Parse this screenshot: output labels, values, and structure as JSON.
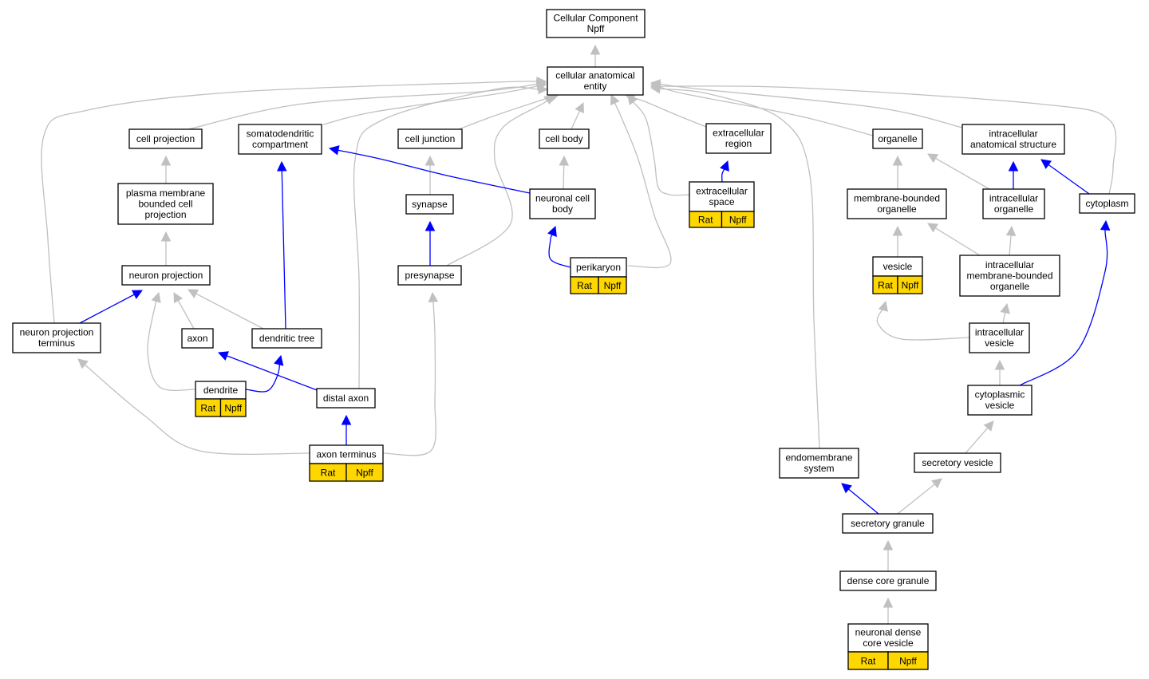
{
  "colors": {
    "is_a": "#c0c0c0",
    "part_of": "#0000ff",
    "annotation_fill": "#ffd700"
  },
  "nodes": [
    {
      "id": "root",
      "lines": [
        "Cellular Component",
        "Npff"
      ]
    },
    {
      "id": "cae",
      "lines": [
        "cellular anatomical",
        "entity"
      ]
    },
    {
      "id": "cellproj",
      "lines": [
        "cell projection"
      ]
    },
    {
      "id": "somato",
      "lines": [
        "somatodendritic",
        "compartment"
      ]
    },
    {
      "id": "celljunc",
      "lines": [
        "cell junction"
      ]
    },
    {
      "id": "cellbody",
      "lines": [
        "cell body"
      ]
    },
    {
      "id": "extreg",
      "lines": [
        "extracellular",
        "region"
      ]
    },
    {
      "id": "organelle",
      "lines": [
        "organelle"
      ]
    },
    {
      "id": "ias",
      "lines": [
        "intracellular",
        "anatomical structure"
      ]
    },
    {
      "id": "pmbcp",
      "lines": [
        "plasma membrane",
        "bounded cell",
        "projection"
      ]
    },
    {
      "id": "synapse",
      "lines": [
        "synapse"
      ]
    },
    {
      "id": "ncb",
      "lines": [
        "neuronal cell",
        "body"
      ]
    },
    {
      "id": "extspace",
      "lines": [
        "extracellular",
        "space"
      ],
      "tags": [
        "Rat",
        "Npff"
      ]
    },
    {
      "id": "mbo",
      "lines": [
        "membrane-bounded",
        "organelle"
      ]
    },
    {
      "id": "intorg",
      "lines": [
        "intracellular",
        "organelle"
      ]
    },
    {
      "id": "cytoplasm",
      "lines": [
        "cytoplasm"
      ]
    },
    {
      "id": "neuronproj",
      "lines": [
        "neuron projection"
      ]
    },
    {
      "id": "presyn",
      "lines": [
        "presynapse"
      ]
    },
    {
      "id": "perikaryon",
      "lines": [
        "perikaryon"
      ],
      "tags": [
        "Rat",
        "Npff"
      ]
    },
    {
      "id": "vesicle",
      "lines": [
        "vesicle"
      ],
      "tags": [
        "Rat",
        "Npff"
      ]
    },
    {
      "id": "imbo",
      "lines": [
        "intracellular",
        "membrane-bounded",
        "organelle"
      ]
    },
    {
      "id": "npt",
      "lines": [
        "neuron projection",
        "terminus"
      ]
    },
    {
      "id": "axon",
      "lines": [
        "axon"
      ]
    },
    {
      "id": "dentree",
      "lines": [
        "dendritic tree"
      ]
    },
    {
      "id": "intves",
      "lines": [
        "intracellular",
        "vesicle"
      ]
    },
    {
      "id": "dendrite",
      "lines": [
        "dendrite"
      ],
      "tags": [
        "Rat",
        "Npff"
      ]
    },
    {
      "id": "distaxon",
      "lines": [
        "distal axon"
      ]
    },
    {
      "id": "cytves",
      "lines": [
        "cytoplasmic",
        "vesicle"
      ]
    },
    {
      "id": "axonterm",
      "lines": [
        "axon terminus"
      ],
      "tags": [
        "Rat",
        "Npff"
      ]
    },
    {
      "id": "endomem",
      "lines": [
        "endomembrane",
        "system"
      ]
    },
    {
      "id": "secves",
      "lines": [
        "secretory vesicle"
      ]
    },
    {
      "id": "secgran",
      "lines": [
        "secretory granule"
      ]
    },
    {
      "id": "dcg",
      "lines": [
        "dense core granule"
      ]
    },
    {
      "id": "ndcv",
      "lines": [
        "neuronal dense",
        "core vesicle"
      ],
      "tags": [
        "Rat",
        "Npff"
      ]
    }
  ],
  "edges": [
    {
      "from": "cae",
      "to": "root",
      "type": "is_a"
    },
    {
      "from": "cellproj",
      "to": "cae",
      "type": "is_a"
    },
    {
      "from": "somato",
      "to": "cae",
      "type": "is_a"
    },
    {
      "from": "celljunc",
      "to": "cae",
      "type": "is_a"
    },
    {
      "from": "cellbody",
      "to": "cae",
      "type": "is_a"
    },
    {
      "from": "extreg",
      "to": "cae",
      "type": "is_a"
    },
    {
      "from": "organelle",
      "to": "cae",
      "type": "is_a"
    },
    {
      "from": "ias",
      "to": "cae",
      "type": "is_a"
    },
    {
      "from": "npt",
      "to": "cae",
      "type": "is_a"
    },
    {
      "from": "distaxon",
      "to": "cae",
      "type": "is_a"
    },
    {
      "from": "presyn",
      "to": "cae",
      "type": "is_a"
    },
    {
      "from": "perikaryon",
      "to": "cae",
      "type": "is_a"
    },
    {
      "from": "extspace",
      "to": "cae",
      "type": "is_a"
    },
    {
      "from": "endomem",
      "to": "cae",
      "type": "is_a"
    },
    {
      "from": "cytoplasm",
      "to": "cae",
      "type": "is_a"
    },
    {
      "from": "pmbcp",
      "to": "cellproj",
      "type": "is_a"
    },
    {
      "from": "neuronproj",
      "to": "pmbcp",
      "type": "is_a"
    },
    {
      "from": "synapse",
      "to": "celljunc",
      "type": "is_a"
    },
    {
      "from": "presyn",
      "to": "synapse",
      "type": "part_of"
    },
    {
      "from": "ncb",
      "to": "cellbody",
      "type": "is_a"
    },
    {
      "from": "ncb",
      "to": "somato",
      "type": "part_of"
    },
    {
      "from": "perikaryon",
      "to": "ncb",
      "type": "part_of"
    },
    {
      "from": "extspace",
      "to": "extreg",
      "type": "part_of"
    },
    {
      "from": "mbo",
      "to": "organelle",
      "type": "is_a"
    },
    {
      "from": "intorg",
      "to": "organelle",
      "type": "is_a"
    },
    {
      "from": "intorg",
      "to": "ias",
      "type": "part_of"
    },
    {
      "from": "cytoplasm",
      "to": "ias",
      "type": "part_of"
    },
    {
      "from": "vesicle",
      "to": "mbo",
      "type": "is_a"
    },
    {
      "from": "imbo",
      "to": "mbo",
      "type": "is_a"
    },
    {
      "from": "imbo",
      "to": "intorg",
      "type": "is_a"
    },
    {
      "from": "npt",
      "to": "neuronproj",
      "type": "part_of"
    },
    {
      "from": "axon",
      "to": "neuronproj",
      "type": "is_a"
    },
    {
      "from": "dentree",
      "to": "neuronproj",
      "type": "is_a"
    },
    {
      "from": "dendrite",
      "to": "neuronproj",
      "type": "is_a"
    },
    {
      "from": "dentree",
      "to": "somato",
      "type": "part_of"
    },
    {
      "from": "dendrite",
      "to": "dentree",
      "type": "part_of"
    },
    {
      "from": "distaxon",
      "to": "axon",
      "type": "part_of"
    },
    {
      "from": "axonterm",
      "to": "distaxon",
      "type": "part_of"
    },
    {
      "from": "axonterm",
      "to": "npt",
      "type": "is_a"
    },
    {
      "from": "axonterm",
      "to": "presyn",
      "type": "is_a"
    },
    {
      "from": "intves",
      "to": "imbo",
      "type": "is_a"
    },
    {
      "from": "intves",
      "to": "vesicle",
      "type": "is_a"
    },
    {
      "from": "cytves",
      "to": "intves",
      "type": "is_a"
    },
    {
      "from": "cytves",
      "to": "cytoplasm",
      "type": "part_of"
    },
    {
      "from": "secves",
      "to": "cytves",
      "type": "is_a"
    },
    {
      "from": "secgran",
      "to": "secves",
      "type": "is_a"
    },
    {
      "from": "secgran",
      "to": "endomem",
      "type": "part_of"
    },
    {
      "from": "dcg",
      "to": "secgran",
      "type": "is_a"
    },
    {
      "from": "ndcv",
      "to": "dcg",
      "type": "is_a"
    }
  ]
}
